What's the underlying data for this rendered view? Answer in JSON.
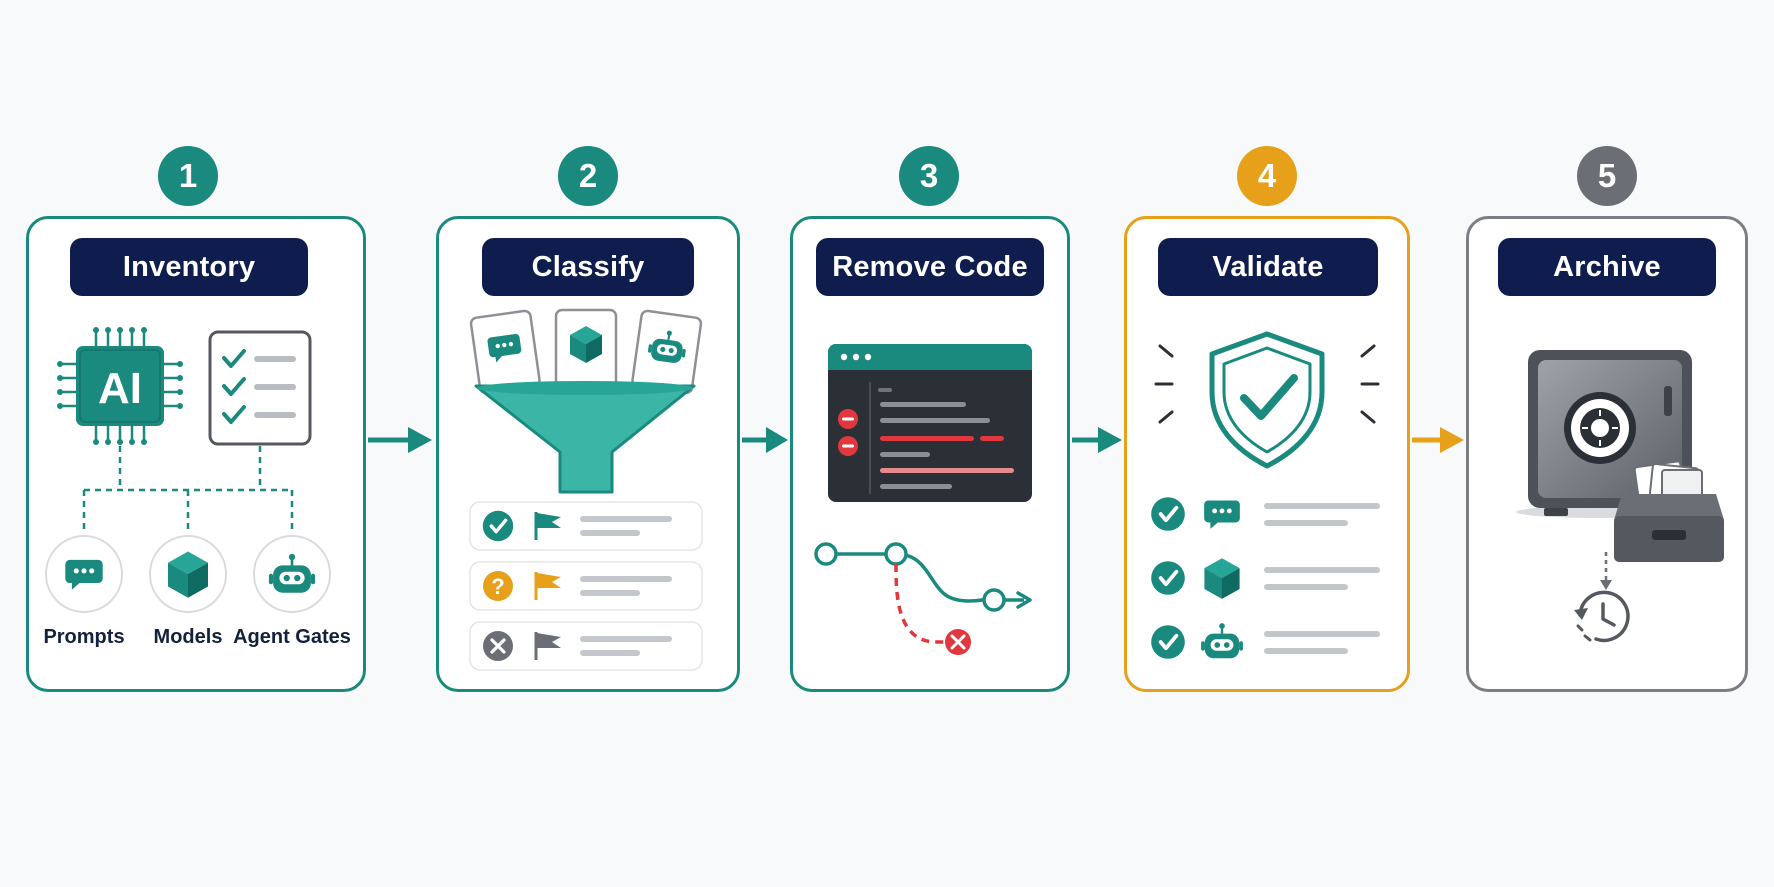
{
  "steps": [
    {
      "number": "1",
      "title": "Inventory",
      "sub_labels": [
        "Prompts",
        "Models",
        "Agent Gates"
      ]
    },
    {
      "number": "2",
      "title": "Classify"
    },
    {
      "number": "3",
      "title": "Remove Code"
    },
    {
      "number": "4",
      "title": "Validate"
    },
    {
      "number": "5",
      "title": "Archive"
    }
  ],
  "chip_text": "AI",
  "colors": {
    "teal": "#1a8a7f",
    "navy": "#0e1d4d",
    "amber": "#e6a019",
    "gray": "#6b6f75",
    "red": "#e0383e",
    "code_bg": "#2b2f36"
  }
}
